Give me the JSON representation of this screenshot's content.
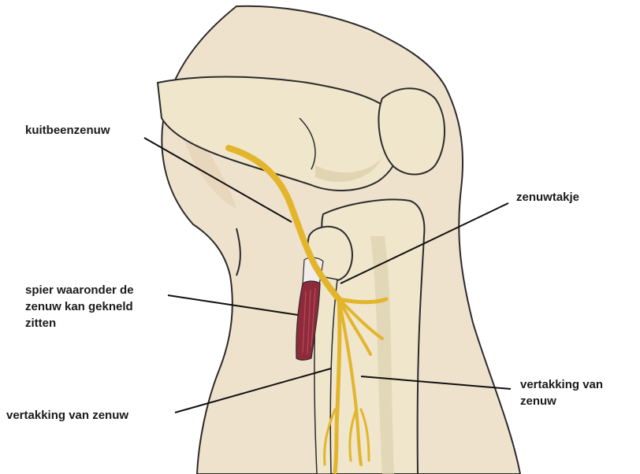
{
  "labels": {
    "kuitbeenzenuw": "kuitbeenzenuw",
    "zenuwtakje": "zenuwtakje",
    "spier": [
      "spier waaronder de",
      "zenuw kan gekneld",
      "zitten"
    ],
    "vertakking_left": "vertakking van zenuw",
    "vertakking_right": [
      "vertakking van",
      "zenuw"
    ]
  },
  "colors": {
    "skin": "#efe2cd",
    "skin_shadow": "#e2cfb2",
    "bone": "#efe6cc",
    "bone_shadow": "#ddd0ad",
    "nerve": "#e3b52c",
    "muscle": "#8e2a3a",
    "tendon": "#f2ecec",
    "outline": "#2b2b2b",
    "leader": "#111111"
  }
}
